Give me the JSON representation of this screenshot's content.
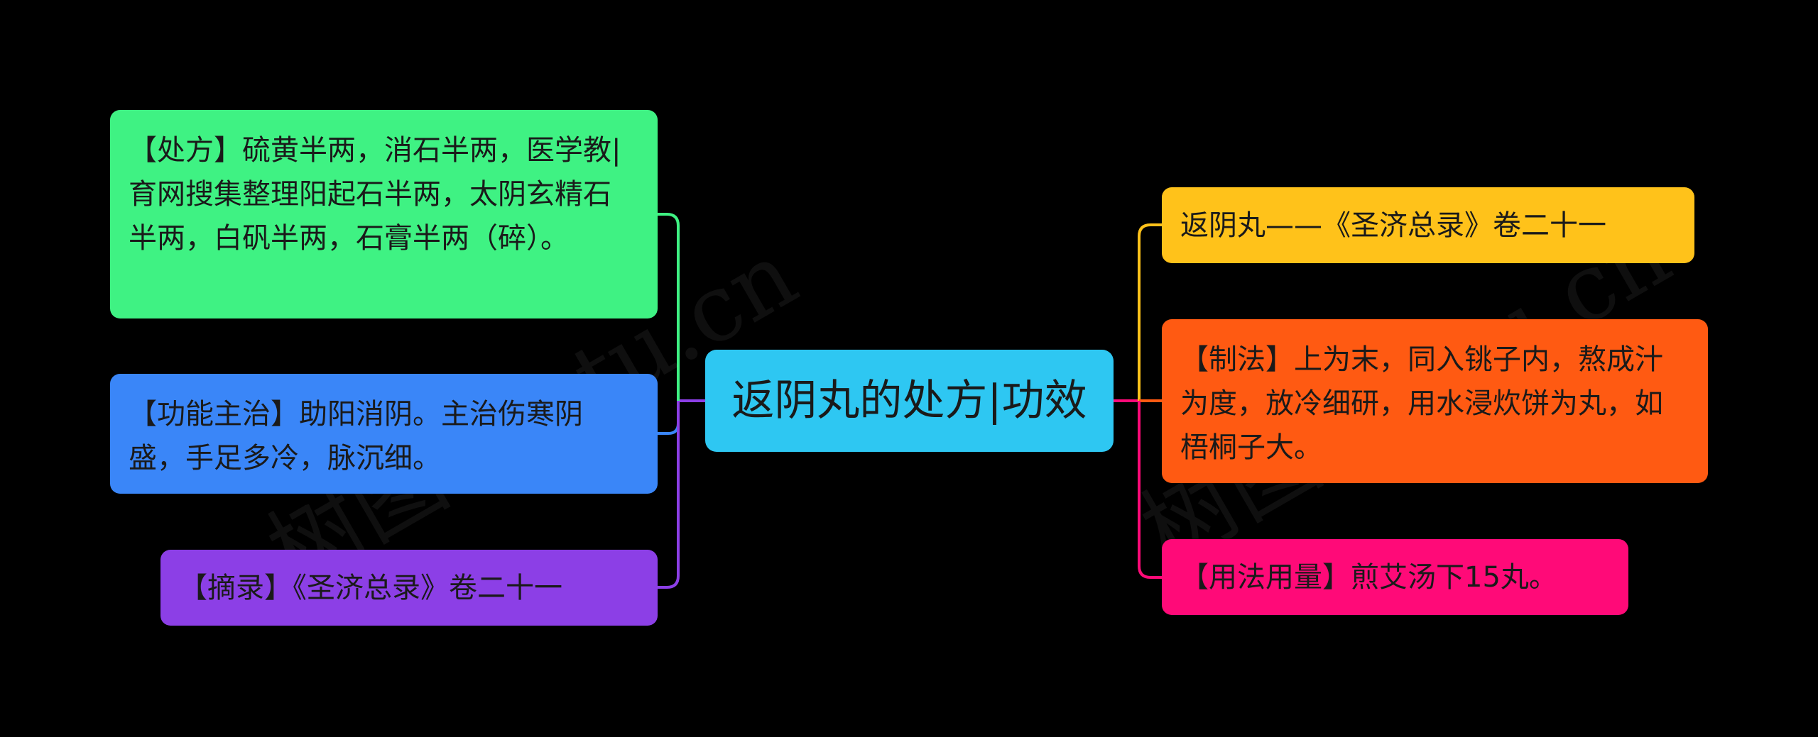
{
  "center": {
    "label": "返阴丸的处方|功效"
  },
  "left": [
    {
      "text": "【处方】硫黄半两，消石半两，医学教|育网搜集整理阳起石半两，太阴玄精石半两，白矾半两，石膏半两（碎）。"
    },
    {
      "text": "【功能主治】助阳消阴。主治伤寒阴盛，手足多冷，脉沉细。"
    },
    {
      "text": "【摘录】《圣济总录》卷二十一"
    }
  ],
  "right": [
    {
      "text": "返阴丸——《圣济总录》卷二十一"
    },
    {
      "text": "【制法】上为末，同入铫子内，熬成汁为度，放冷细研，用水浸炊饼为丸，如梧桐子大。"
    },
    {
      "text": "【用法用量】煎艾汤下15丸。"
    }
  ],
  "watermark": "树图shutu.cn",
  "colors": {
    "background": "#000000",
    "center": "#2EC7F2",
    "left_green": "#3FF283",
    "left_blue": "#3A86F8",
    "left_purple": "#8C3FE6",
    "right_yellow": "#FFC21A",
    "right_orange": "#FF5A12",
    "right_pink": "#FF0A78",
    "link_center_left": "#8C3FE6",
    "link_center_right": "#FF0A78"
  }
}
